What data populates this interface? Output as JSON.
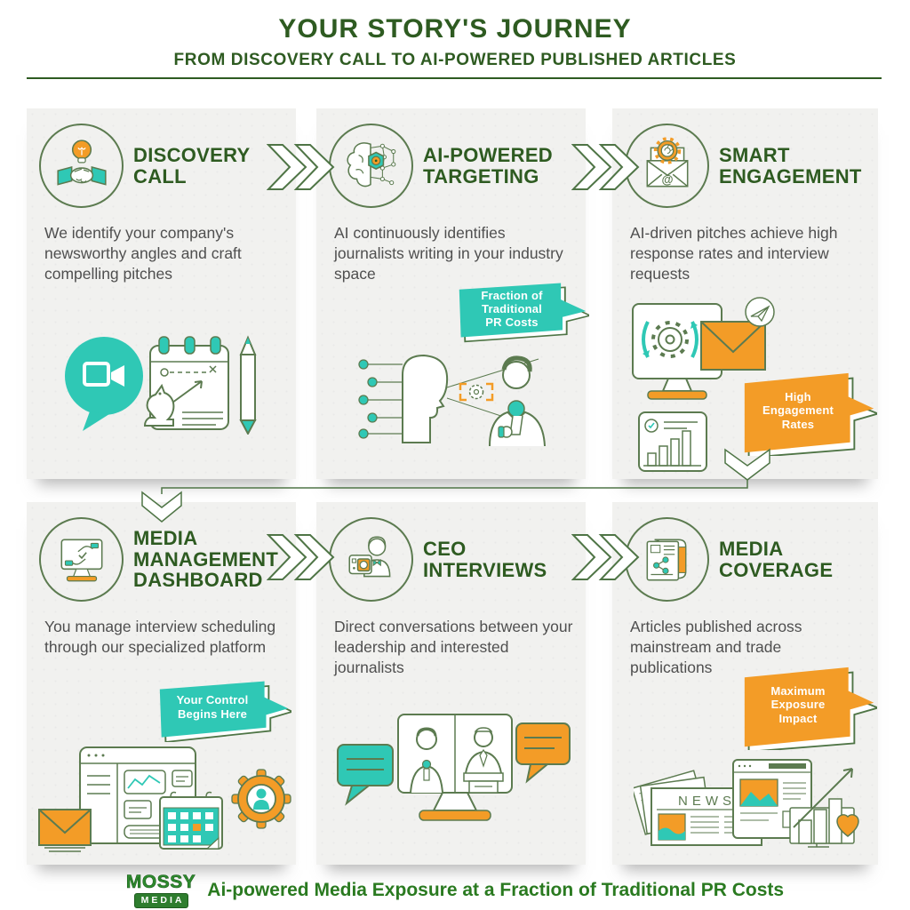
{
  "colors": {
    "green": "#2e5b21",
    "stroke": "#5c7b50",
    "teal": "#2fc8b5",
    "orange": "#f39c27",
    "body": "#4f4f4f",
    "panel_bg": "#f1f1ef",
    "logo_green": "#2e8b2e"
  },
  "header": {
    "title": "YOUR STORY'S JOURNEY",
    "subtitle": "FROM DISCOVERY CALL TO AI-POWERED PUBLISHED ARTICLES"
  },
  "panels": [
    {
      "key": "discovery-call",
      "title": "DISCOVERY\nCALL",
      "body": "We identify your company's newsworthy angles and craft compelling pitches"
    },
    {
      "key": "ai-powered-targeting",
      "title": "AI-POWERED\nTARGETING",
      "body": "AI continuously identifies journalists writing in your industry space",
      "callout": "Fraction of\nTraditional\nPR Costs"
    },
    {
      "key": "smart-engagement",
      "title": "SMART\nENGAGEMENT",
      "body": "AI-driven pitches achieve high response rates and interview requests",
      "callout": "High\nEngagement\nRates"
    },
    {
      "key": "media-management-dashboard",
      "title": "MEDIA\nMANAGEMENT\nDASHBOARD",
      "body": "You manage interview scheduling through our specialized platform",
      "callout": "Your Control\nBegins Here"
    },
    {
      "key": "ceo-interviews",
      "title": "CEO\nINTERVIEWS",
      "body": "Direct conversations between your leadership and interested journalists"
    },
    {
      "key": "media-coverage",
      "title": "MEDIA\nCOVERAGE",
      "body": "Articles published across mainstream and trade publications",
      "callout": "Maximum\nExposure\nImpact"
    }
  ],
  "glyphs": {
    "at": "@",
    "news": "NEWS"
  },
  "footer": {
    "logo_top": "MOSSY",
    "logo_bottom": "MEDIA",
    "tagline": "Ai-powered Media Exposure at a Fraction of Traditional PR Costs"
  }
}
